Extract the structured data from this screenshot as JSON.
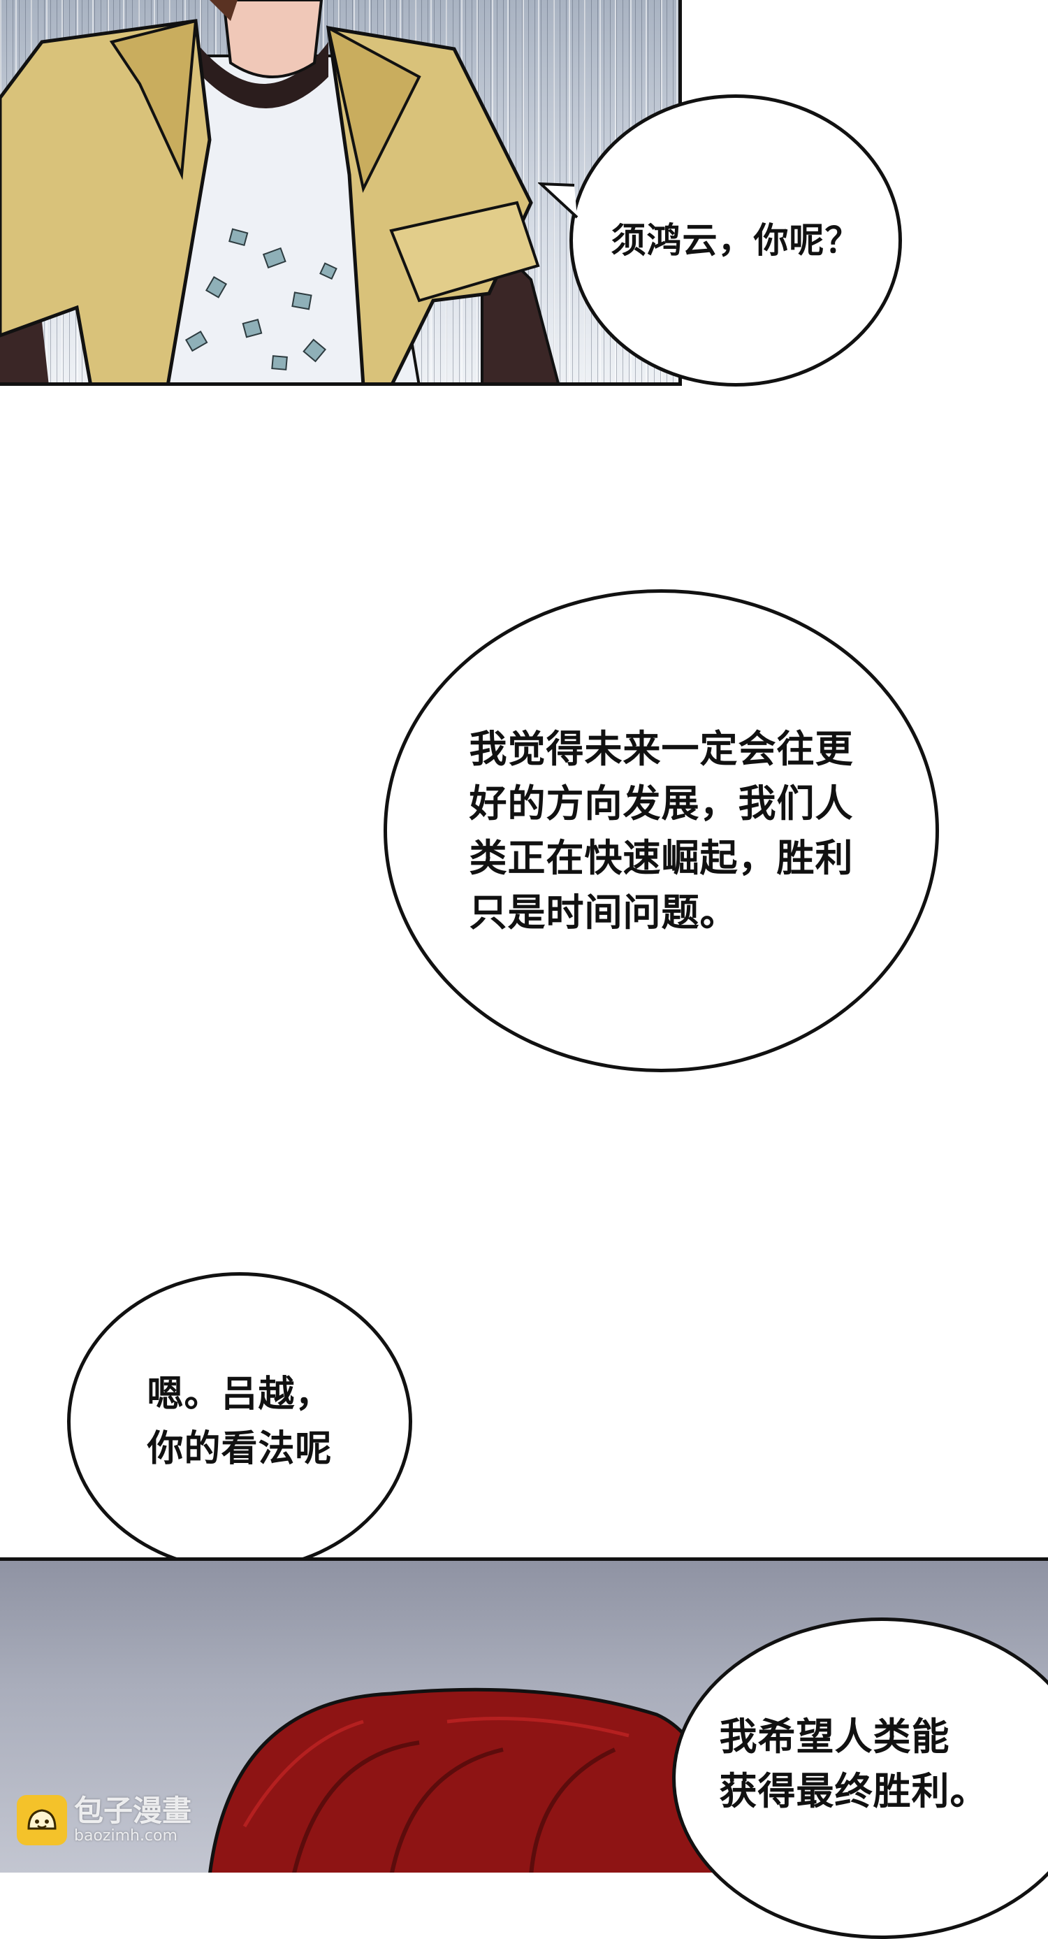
{
  "bubbles": [
    {
      "text": "须鸿云，你呢？"
    },
    {
      "text": "我觉得未来一定会往更\n好的方向发展，我们人\n类正在快速崛起，胜利\n只是时间问题。"
    },
    {
      "text": "嗯。吕越，\n你的看法呢"
    },
    {
      "text": "我希望人类能\n获得最终胜利。"
    }
  ],
  "watermark": {
    "name": "包子漫畫",
    "url": "baozimh.com"
  },
  "colors": {
    "jacket": "#d9c27a",
    "shirt": "#f2f4f7",
    "hair_red": "#8e1414",
    "ink": "#111111",
    "logo": "#f4c22a"
  }
}
